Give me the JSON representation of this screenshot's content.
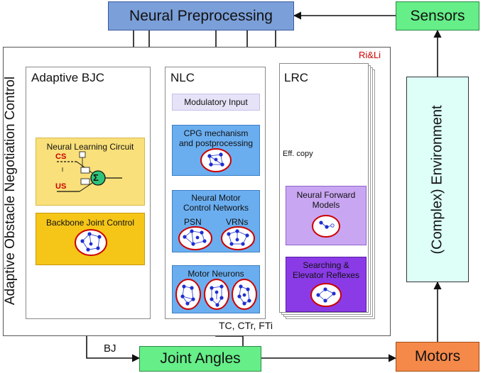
{
  "nodes": {
    "neural_preprocessing": "Neural Preprocessing",
    "sensors": "Sensors",
    "environment": "(Complex) Environment",
    "motors": "Motors",
    "joint_angles": "Joint Angles",
    "outer_control": "Adaptive Obstacle Negotiation Control"
  },
  "panels": {
    "bjc": "Adaptive BJC",
    "nlc": "NLC",
    "lrc": "LRC",
    "lrc_stack_label": "Ri&Li"
  },
  "bjc": {
    "learning_circuit": "Neural Learning Circuit",
    "cs": "CS",
    "us": "US",
    "sigma": "Σ",
    "backbone": "Backbone Joint Control"
  },
  "nlc": {
    "modulatory": "Modulatory Input",
    "cpg_line1": "CPG mechanism",
    "cpg_line2": "and postprocessing",
    "nmcn_line1": "Neural Motor",
    "nmcn_line2": "Control Networks",
    "psn": "PSN",
    "vrns": "VRNs",
    "motor_neurons": "Motor Neurons"
  },
  "lrc": {
    "forward_line1": "Neural Forward",
    "forward_line2": "Models",
    "searching_line1": "Searching &",
    "searching_line2": "Elevator Reflexes",
    "eff_copy": "Eff. copy"
  },
  "edge_labels": {
    "bj": "BJ",
    "tc_ctr_fti": "TC, CTr, FTi"
  },
  "colors": {
    "preprocessing": "#7b9fd8",
    "sensors": "#66ee88",
    "environment": "#ddfff7",
    "motors": "#f5894a",
    "joint_angles": "#66ee88",
    "bjc_yellow": "#f9e07a",
    "bjc_gold": "#f5c518",
    "nlc_light": "#e6e2f7",
    "nlc_blue": "#6aaef0",
    "lrc_violet": "#c9a6f2",
    "lrc_purple": "#8a3be6",
    "network_ring": "#cc0000",
    "network_node": "#1f2fd0",
    "cs_us_red": "#cc0000"
  }
}
